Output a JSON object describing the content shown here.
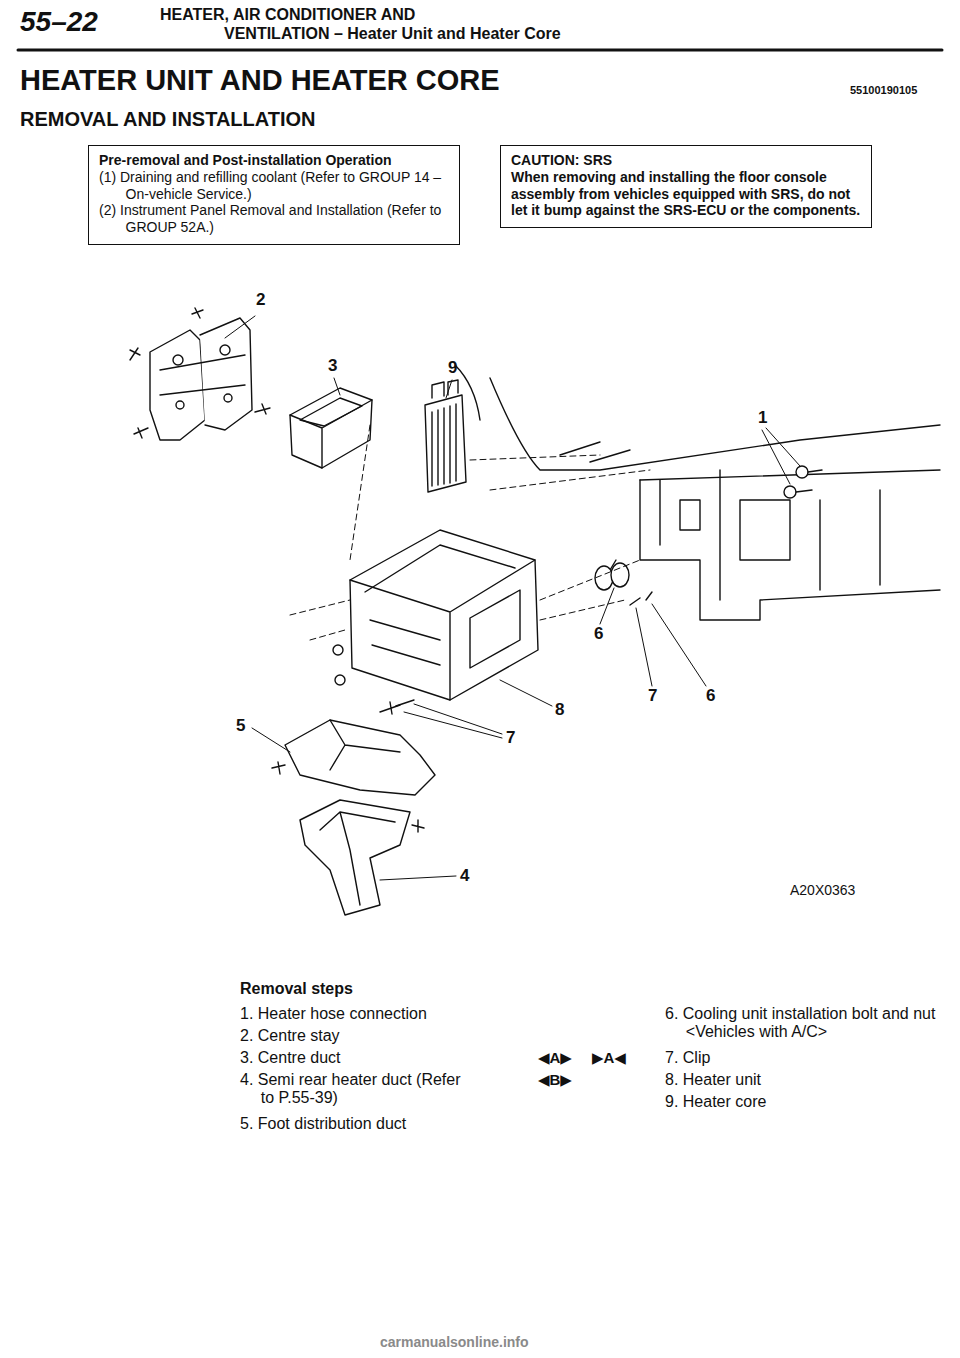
{
  "diagram": {
    "title": "HEATER UNIT AND HEATER CORE",
    "nodes": [
      {
        "text": [
          "Pre-removal and Post-installation Operation",
          "(1) Draining and refilling coolant (Refer to GROUP 14 – On-vehicle Service.)",
          "(2) Instrument Panel Removal and Installation (Refer to GROUP 52A.)"
        ]
      },
      {
        "text": [
          "CAUTION: SRS",
          "When removing and installing the floor console assembly from vehicles equipped with SRS, do not let it bump against the SRS-ECU or the components."
        ]
      }
    ],
    "labels": [
      "55–22",
      "HEATER, AIR CONDITIONER AND",
      "VENTILATION – Heater Unit and Heater Core",
      "55100190105",
      "REMOVAL AND INSTALLATION",
      "2",
      "3",
      "9",
      "1",
      "6",
      "7",
      "6",
      "8",
      "5",
      "7",
      "4",
      "A20X0363",
      "Removal steps",
      "1. Heater hose connection",
      "2. Centre stay",
      "3. Centre duct",
      "4. Semi rear heater duct (Refer to P.55-39)",
      "5. Foot distribution duct",
      "6. Cooling unit installation bolt and nut <Vehicles with A/C>",
      "◀A▶",
      "▶A◀",
      "7. Clip",
      "◀B▶",
      "8. Heater unit",
      "9. Heater core",
      "carmanualsonline.info"
    ]
  }
}
